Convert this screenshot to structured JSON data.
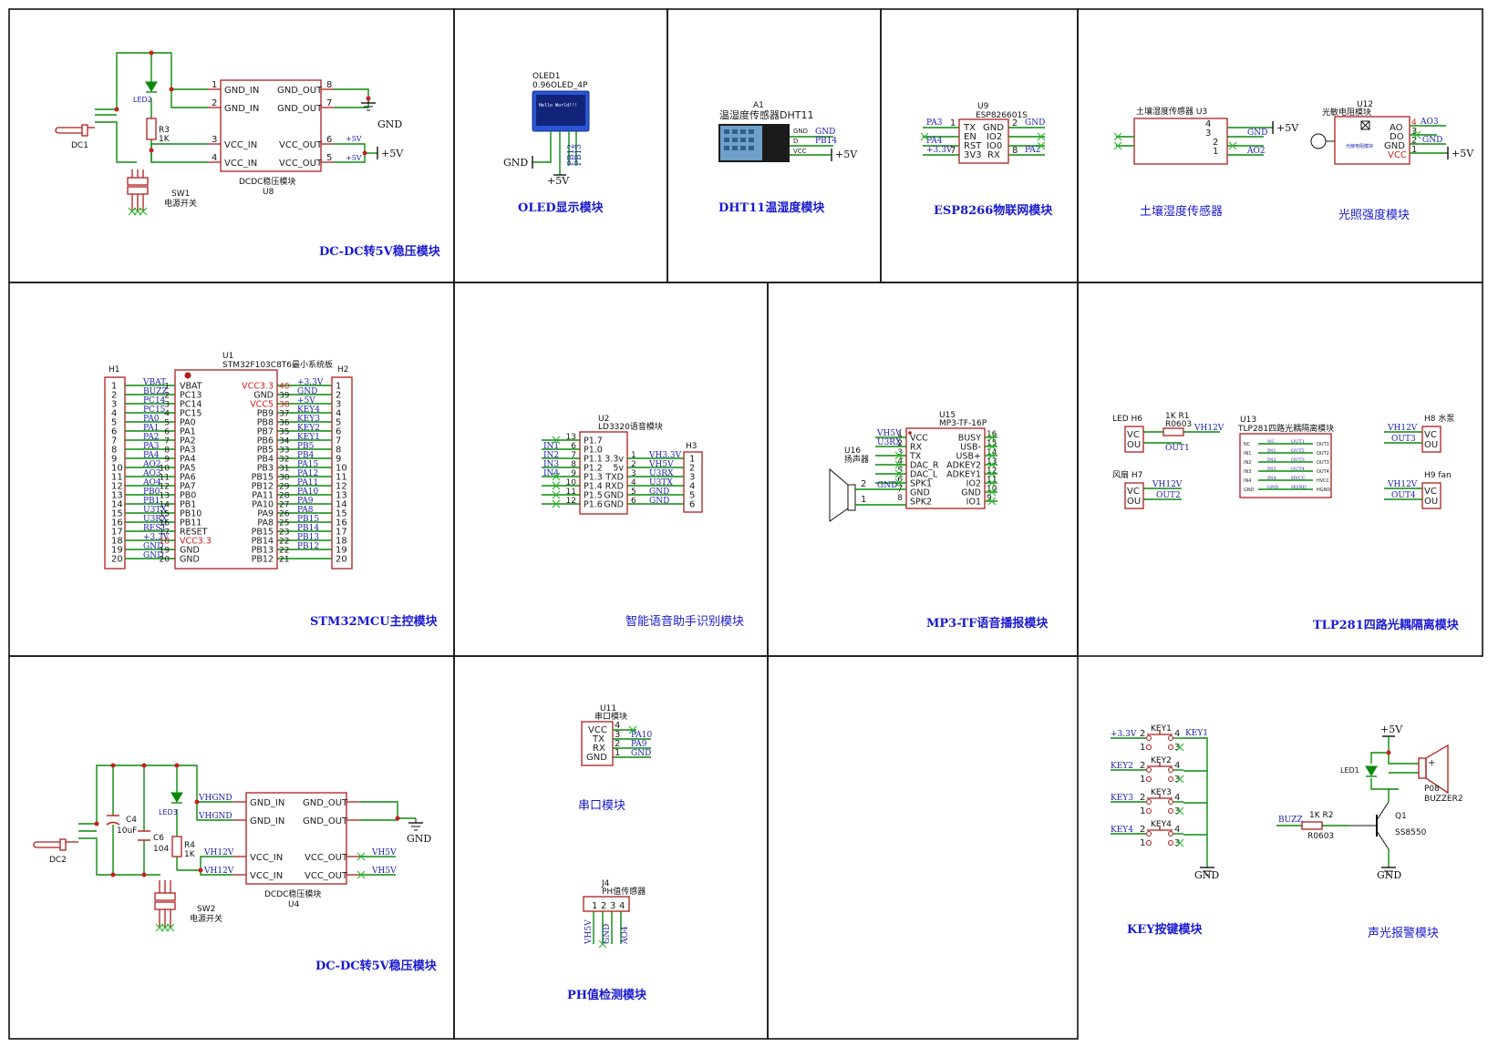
{
  "modules": {
    "dcdc1": {
      "title": "DC-DC转5V稳压模块",
      "ref": "U8",
      "name": "DCDC稳压模块",
      "dc": "DC1",
      "led": "LED2",
      "res": "R3",
      "res_val": "1K",
      "sw": "SW1",
      "sw_name": "电源开关",
      "pins_l": [
        "GND_IN",
        "GND_IN",
        "VCC_IN",
        "VCC_IN"
      ],
      "pins_r": [
        "GND_OUT",
        "GND_OUT",
        "VCC_OUT",
        "VCC_OUT"
      ],
      "nums_l": [
        "1",
        "2",
        "3",
        "4"
      ],
      "nums_r": [
        "8",
        "7",
        "6",
        "5"
      ],
      "gnd": "GND",
      "plus5": "+5V",
      "net5": "+5V"
    },
    "oled": {
      "title": "OLED显示模块",
      "ref": "OLED1",
      "name": "0.96OLED_4P",
      "screen": "Hello World!!!",
      "gnd": "GND",
      "plus5": "+5V",
      "pins": [
        "PB12",
        "PB13"
      ]
    },
    "dht": {
      "title": "DHT11温湿度模块",
      "ref": "A1",
      "name": "温湿度传感器DHT11",
      "pins": [
        "GND",
        "D",
        "VCC"
      ],
      "nets": [
        "GND",
        "PB14"
      ],
      "plus5": "+5V"
    },
    "esp": {
      "title": "ESP8266物联网模块",
      "ref": "U9",
      "name": "ESP826601S",
      "pins_l": [
        "TX",
        "EN",
        "RST",
        "3V3"
      ],
      "pins_r": [
        "GND",
        "IO2",
        "IO0",
        "RX"
      ],
      "nums_l": [
        "1",
        "7"
      ],
      "nums_r": [
        "2",
        "8"
      ],
      "nets_l": [
        "PA3",
        "PA4",
        "+3.3V"
      ],
      "nets_r": [
        "GND",
        "PA2"
      ]
    },
    "soil": {
      "title": "土壤湿度传感器",
      "name": "土壤湿度传感器 U3",
      "nums": [
        "4",
        "3",
        "2",
        "1"
      ],
      "nets": [
        "GND",
        "AO2"
      ],
      "plus5": "+5V"
    },
    "light": {
      "title": "光照强度模块",
      "ref": "U12",
      "name": "光敏电阻模块",
      "inner": "光敏电阻模块",
      "pins": [
        "AO",
        "DO",
        "GND",
        "VCC"
      ],
      "nums": [
        "4",
        "3",
        "2",
        "1"
      ],
      "nets": [
        "AO3",
        "GND"
      ],
      "plus5": "+5V"
    },
    "mcu": {
      "title": "STM32MCU主控模块",
      "ref": "U1",
      "name": "STM32F103C8T6最小系统板",
      "h1": "H1",
      "h2": "H2",
      "left_nets": [
        "VBAT",
        "BUZZ",
        "PC14",
        "PC15",
        "PA0",
        "PA1",
        "PA2",
        "PA3",
        "PA4",
        "AO2",
        "AO3",
        "AO4",
        "PB0",
        "PB1",
        "U3TX",
        "U3RX",
        "REST",
        "+3.3V",
        "GND",
        "GND"
      ],
      "left_pins": [
        "VBAT",
        "PC13",
        "PC14",
        "PC15",
        "PA0",
        "PA1",
        "PA2",
        "PA3",
        "PA4",
        "PA5",
        "PA6",
        "PA7",
        "PB0",
        "PB1",
        "PB10",
        "PB11",
        "RESET",
        "VCC3.3",
        "GND",
        "GND"
      ],
      "right_pins": [
        "VCC3.3",
        "GND",
        "VCC5",
        "PB9",
        "PB8",
        "PB7",
        "PB6",
        "PB5",
        "PB4",
        "PB3",
        "PB15",
        "PB12",
        "PA11",
        "PA10",
        "PA9",
        "PA8",
        "PB15",
        "PB14",
        "PB13",
        "PB12"
      ],
      "right_nums": [
        "40",
        "39",
        "38",
        "37",
        "36",
        "35",
        "34",
        "33",
        "32",
        "31",
        "30",
        "29",
        "28",
        "27",
        "26",
        "25",
        "23",
        "22",
        "22",
        "21"
      ],
      "right_nets": [
        "+3.3V",
        "GND",
        "+5V",
        "KEY4",
        "KEY3",
        "KEY2",
        "KEY1",
        "PB5",
        "PB4",
        "PA15",
        "PA12",
        "PA11",
        "PA10",
        "PA9",
        "PA8",
        "PB15",
        "PB14",
        "PB13",
        "PB12",
        ""
      ],
      "nums": [
        "1",
        "2",
        "3",
        "4",
        "5",
        "6",
        "7",
        "8",
        "9",
        "10",
        "11",
        "12",
        "13",
        "14",
        "15",
        "16",
        "17",
        "18",
        "19",
        "20"
      ]
    },
    "voice": {
      "title": "智能语音助手识别模块",
      "ref": "U2",
      "name": "LD3320语音模块",
      "h3": "H3",
      "pins_l": [
        "P1.7",
        "P1.0",
        "P1.1",
        "P1.2",
        "P1.3",
        "P1.4",
        "P1.5",
        "P1.6"
      ],
      "nums_l": [
        "13",
        "6",
        "7",
        "8",
        "9",
        "10",
        "11",
        "12"
      ],
      "pins_r": [
        "3.3v",
        "5v",
        "TXD",
        "RXD",
        "GND",
        "GND"
      ],
      "nums_r": [
        "1",
        "2",
        "3",
        "4",
        "5",
        "6"
      ],
      "nets_l": [
        "IN1",
        "IN2",
        "IN3",
        "IN4"
      ],
      "nets_r": [
        "VH3.3V",
        "VH5V",
        "U3RX",
        "U3TX",
        "GND",
        "GND"
      ]
    },
    "mp3": {
      "title": "MP3-TF语音播报模块",
      "ref": "U15",
      "name": "MP3-TF-16P",
      "spk": "U16",
      "spk_name": "扬声器",
      "pins_l": [
        "VCC",
        "RX",
        "TX",
        "DAC_R",
        "DAC_L",
        "SPK1",
        "GND",
        "SPK2"
      ],
      "nums_l": [
        "1",
        "2",
        "3",
        "4",
        "5",
        "6",
        "7",
        "8"
      ],
      "pins_r": [
        "BUSY",
        "USB-",
        "USB+",
        "ADKEY2",
        "ADKEY1",
        "IO2",
        "GND",
        "IO1"
      ],
      "nums_r": [
        "16",
        "15",
        "14",
        "13",
        "12",
        "11",
        "10",
        "9"
      ],
      "nets": [
        "VH5V",
        "U3RX",
        "GND"
      ],
      "spk_nums": [
        "2",
        "1"
      ]
    },
    "tlp": {
      "title": "TLP281四路光耦隔离模块",
      "ref": "U13",
      "name": "TLP281四路光耦隔离模块",
      "h6": "LED H6",
      "r1": "1K R1",
      "r1v": "R0603",
      "h7": "风扇 H7",
      "h8": "H8 水泵",
      "h9": "H9 fan",
      "nets": [
        "VH12V",
        "OUT1",
        "VH12V",
        "OUT2",
        "VH12V",
        "OUT3",
        "VH12V",
        "OUT4"
      ],
      "vc": "VC",
      "ou": "OU",
      "inner_l": [
        "NC",
        "IN1",
        "IN2",
        "IN3",
        "IN4",
        "GND"
      ],
      "inner_r": [
        "OUT1",
        "OUT2",
        "OUT3",
        "OUT4",
        "HVCC",
        "HGND"
      ]
    },
    "dcdc2": {
      "title": "DC-DC转5V稳压模块",
      "ref": "U4",
      "name": "DCDC稳压模块",
      "dc": "DC2",
      "cap1": "C4",
      "cap1v": "10uF",
      "cap2": "C6",
      "cap2v": "104",
      "led": "LED3",
      "res": "R4",
      "res_val": "1K",
      "sw": "SW2",
      "sw_name": "电源开关",
      "pins_l": [
        "GND_IN",
        "GND_IN",
        "VCC_IN",
        "VCC_IN"
      ],
      "pins_r": [
        "GND_OUT",
        "GND_OUT",
        "VCC_OUT",
        "VCC_OUT"
      ],
      "nets_l": [
        "VHGND",
        "VHGND",
        "VH12V",
        "VH12V"
      ],
      "nets_r": [
        "VH5V",
        "VH5V"
      ],
      "gnd": "GND"
    },
    "uart": {
      "title": "串口模块",
      "ref": "U11",
      "name": "串口模块",
      "pins": [
        "VCC",
        "TX",
        "RX",
        "GND"
      ],
      "nums": [
        "4",
        "3",
        "2",
        "1"
      ],
      "nets": [
        "PA10",
        "PA9",
        "GND"
      ]
    },
    "ph": {
      "title": "PH值检测模块",
      "ref": "J4",
      "name": "PH值传感器",
      "nums": [
        "1",
        "2",
        "3",
        "4"
      ],
      "nets": [
        "VH5V",
        "GND",
        "AO4"
      ]
    },
    "key": {
      "title": "KEY按键模块",
      "keys": [
        "KEY1",
        "KEY2",
        "KEY3",
        "KEY4"
      ],
      "nets_l": [
        "+3.3V",
        "KEY2",
        "KEY3",
        "KEY4"
      ],
      "net_r": "KEY1",
      "gnd": "GND"
    },
    "alarm": {
      "title": "声光报警模块",
      "plus5": "+5V",
      "led": "LED1",
      "buzzer": "P08",
      "buzzer_name": "BUZZER2",
      "net": "BUZZ",
      "res": "1K R2",
      "res_val": "R0603",
      "q": "Q1",
      "q_name": "SS8550",
      "gnd": "GND"
    }
  }
}
